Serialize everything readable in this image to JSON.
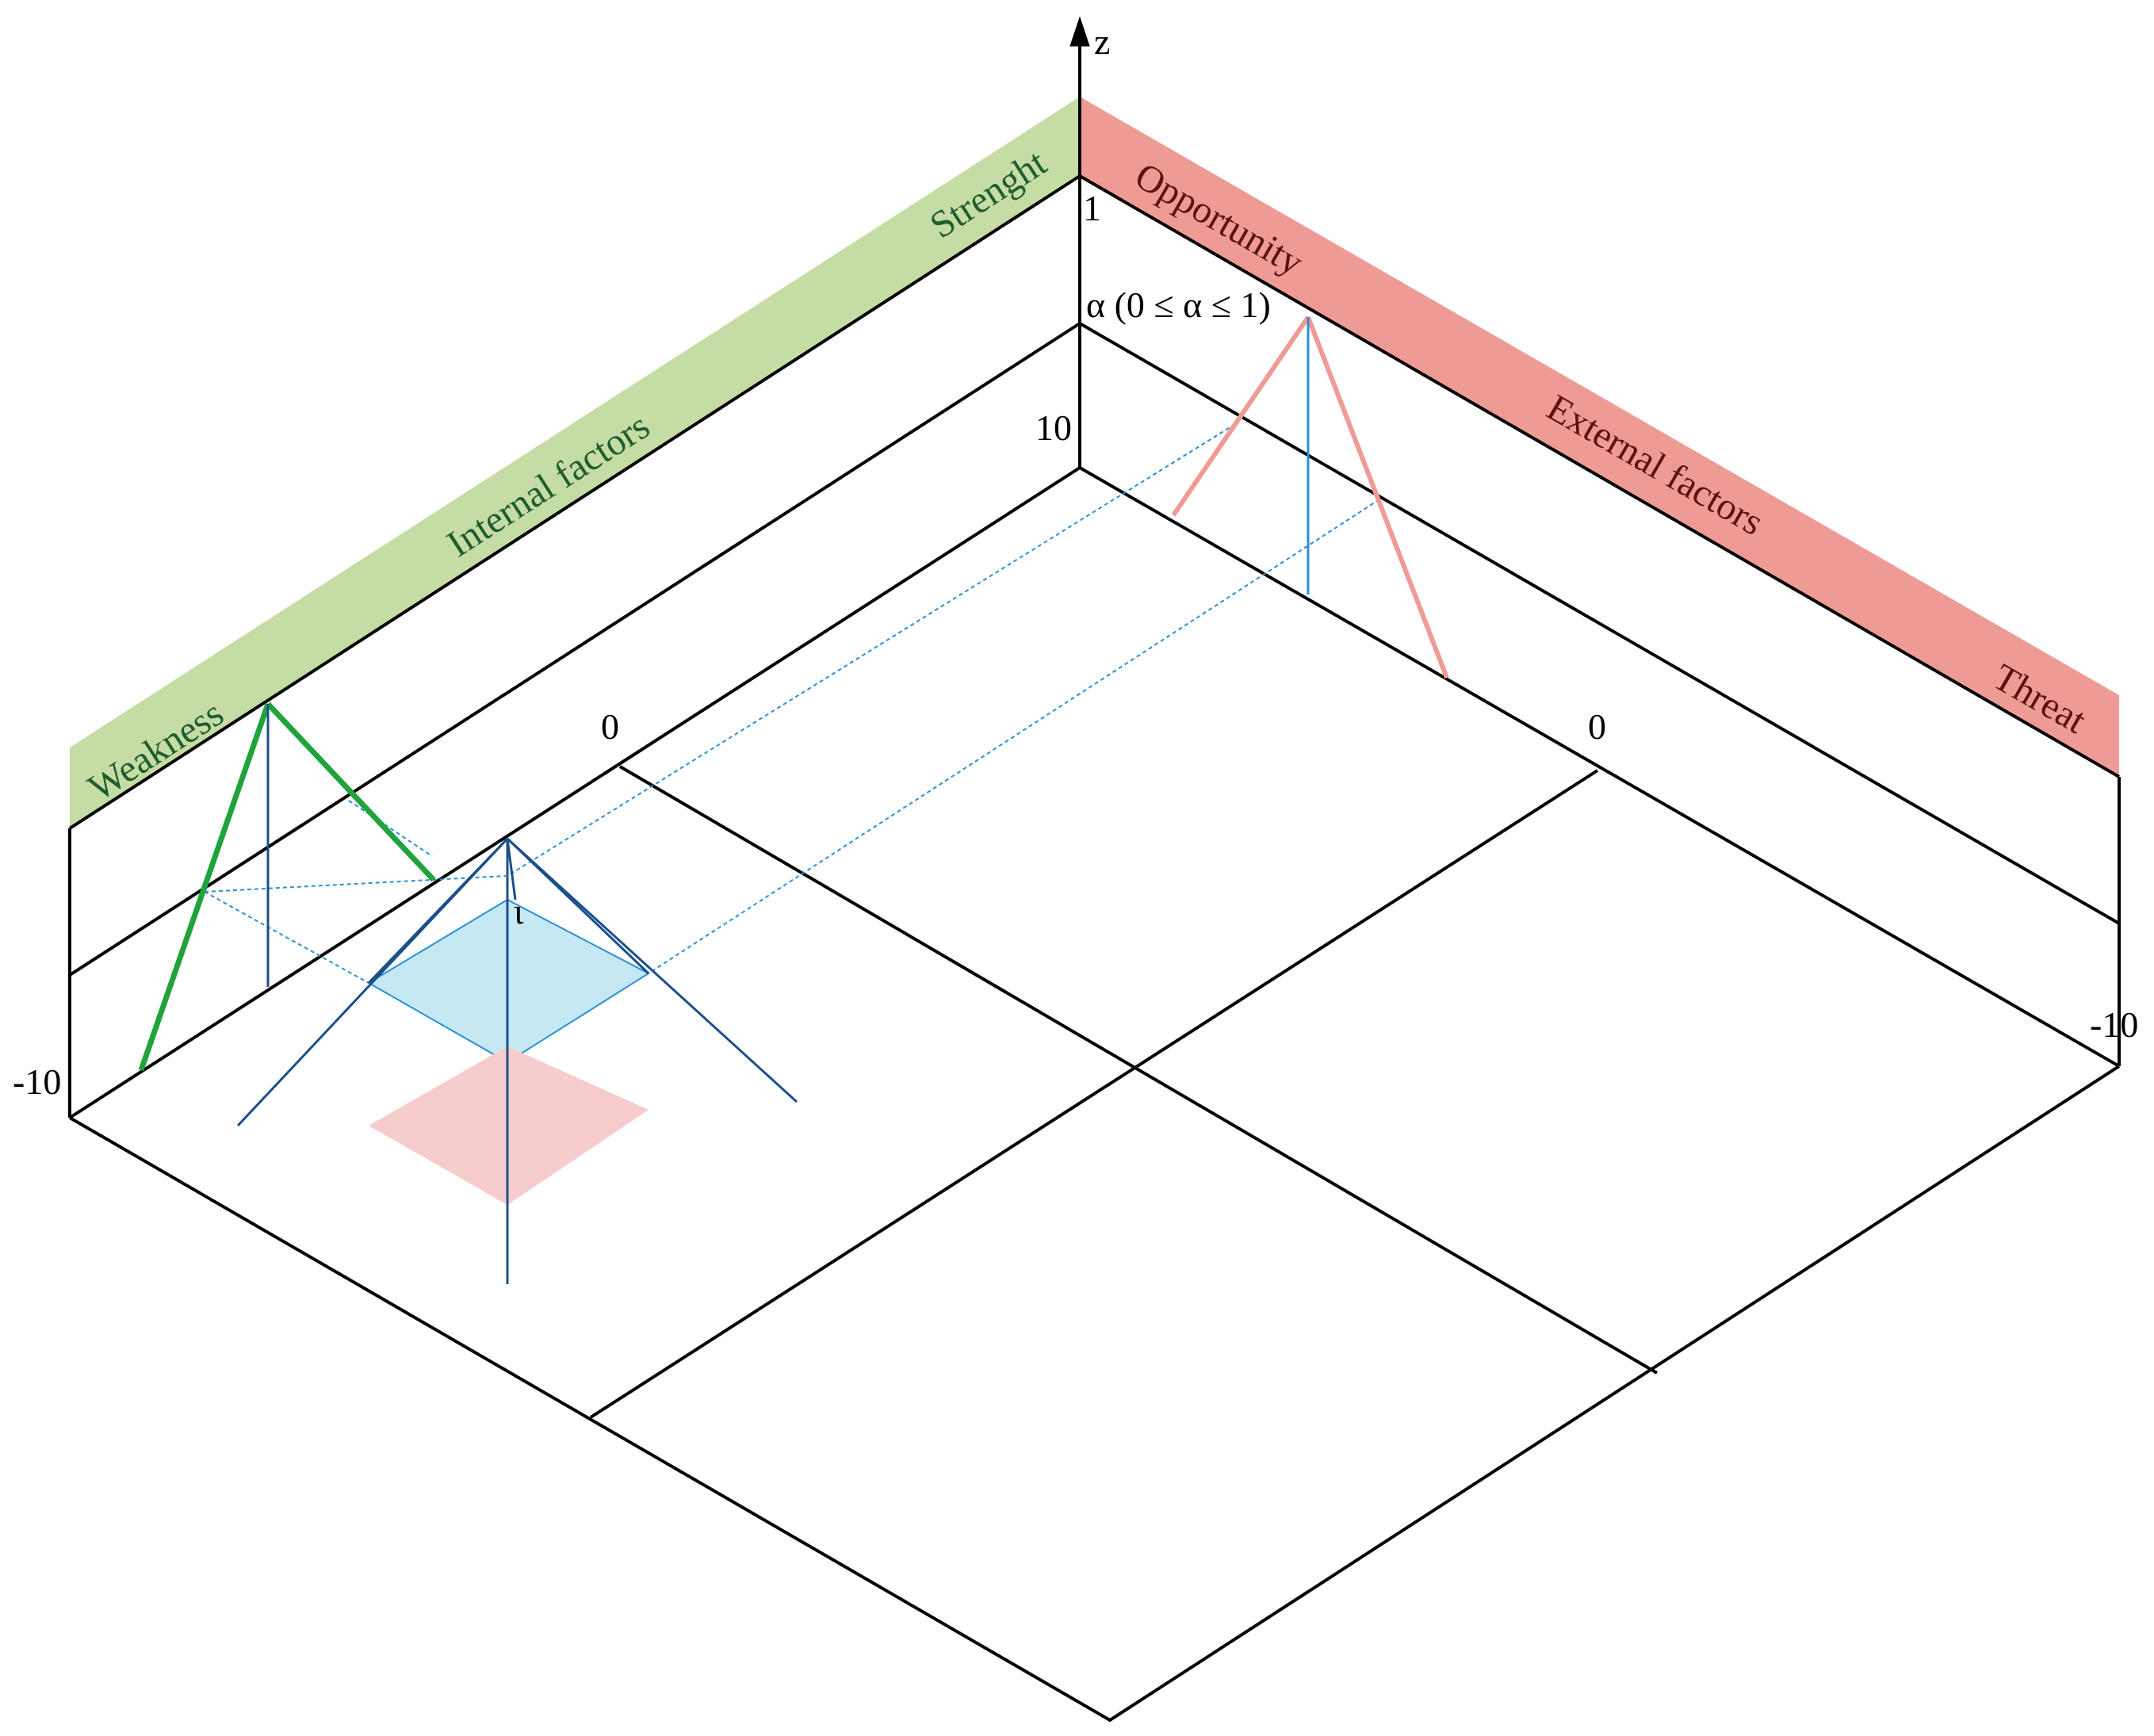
{
  "axis": {
    "z_label": "z",
    "alpha_label": "α (0 ≤ α ≤ 1)",
    "tick_one": "1",
    "tick_ten": "10",
    "tick_zero_left": "0",
    "tick_zero_right": "0",
    "tick_minus_ten_left": "-10",
    "tick_minus_ten_right": "-10",
    "small_mark": "ι"
  },
  "internal_band": {
    "color": "#c5dca4",
    "text_color": "#1f5c2e",
    "strength_label": "Strenght",
    "internal_label": "Internal factors",
    "weakness_label": "Weakness"
  },
  "external_band": {
    "color": "#ef9b95",
    "text_color": "#5a1410",
    "opportunity_label": "Opportunity",
    "external_label": "External factors",
    "threat_label": "Threat"
  },
  "colors": {
    "frame": "#000000",
    "weakness_triangle": "#1fa33a",
    "opportunity_triangle": "#ef9b95",
    "pyramid": "#1b4f8a",
    "projection": "#2b8fd6",
    "pyramid_top_face": "#c6e8f2",
    "pyramid_bottom_face": "#f7cccc"
  }
}
